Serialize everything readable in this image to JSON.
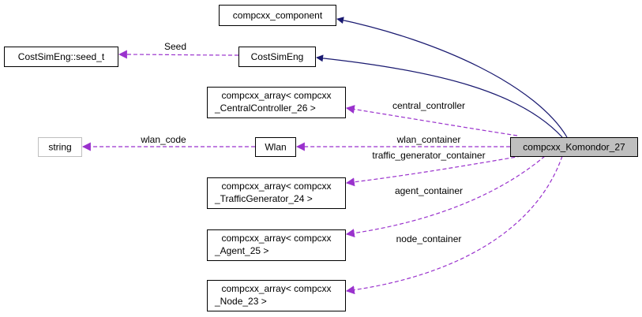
{
  "diagram": {
    "nodes": [
      {
        "id": "compcxx_component",
        "lines": [
          "compcxx_component"
        ],
        "style": "normal"
      },
      {
        "id": "CostSimEng",
        "lines": [
          "CostSimEng"
        ],
        "style": "normal"
      },
      {
        "id": "seed_t",
        "lines": [
          "CostSimEng::seed_t"
        ],
        "style": "normal"
      },
      {
        "id": "central",
        "lines": [
          "compcxx_array< compcxx",
          "_CentralController_26 >"
        ],
        "style": "normal"
      },
      {
        "id": "string",
        "lines": [
          "string"
        ],
        "style": "external"
      },
      {
        "id": "Wlan",
        "lines": [
          "Wlan"
        ],
        "style": "normal"
      },
      {
        "id": "Komondor",
        "lines": [
          "compcxx_Komondor_27"
        ],
        "style": "highlight"
      },
      {
        "id": "traffic",
        "lines": [
          "compcxx_array< compcxx",
          "_TrafficGenerator_24 >"
        ],
        "style": "normal"
      },
      {
        "id": "agent",
        "lines": [
          "compcxx_array< compcxx",
          "_Agent_25 >"
        ],
        "style": "normal"
      },
      {
        "id": "node",
        "lines": [
          "compcxx_array< compcxx",
          "_Node_23 >"
        ],
        "style": "normal"
      }
    ],
    "edges": [
      {
        "from": "Komondor",
        "to": "compcxx_component",
        "kind": "inherit",
        "label": ""
      },
      {
        "from": "Komondor",
        "to": "CostSimEng",
        "kind": "inherit",
        "label": ""
      },
      {
        "from": "CostSimEng",
        "to": "seed_t",
        "kind": "use",
        "label": "Seed"
      },
      {
        "from": "Komondor",
        "to": "central",
        "kind": "use",
        "label": "central_controller"
      },
      {
        "from": "Wlan",
        "to": "string",
        "kind": "use",
        "label": "wlan_code"
      },
      {
        "from": "Komondor",
        "to": "Wlan",
        "kind": "use",
        "label": "wlan_container"
      },
      {
        "from": "Komondor",
        "to": "traffic",
        "kind": "use",
        "label": "traffic_generator_container"
      },
      {
        "from": "Komondor",
        "to": "agent",
        "kind": "use",
        "label": "agent_container"
      },
      {
        "from": "Komondor",
        "to": "node",
        "kind": "use",
        "label": "node_container"
      }
    ]
  },
  "colors": {
    "inherit_edge": "#191970",
    "use_edge": "#9a32cd",
    "node_border": "#000000",
    "external_border": "#bfbfbf",
    "highlight_fill": "#bfbfbf",
    "node_fill": "#ffffff"
  }
}
